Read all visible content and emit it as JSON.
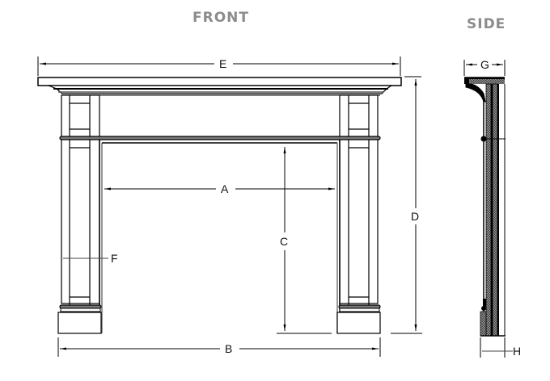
{
  "titles": {
    "front": "FRONT",
    "side": "SIDE"
  },
  "dimensions": {
    "A": "A",
    "B": "B",
    "C": "C",
    "D": "D",
    "E": "E",
    "F": "F",
    "G": "G",
    "H": "H"
  },
  "colors": {
    "title": "#8c8c8c",
    "line": "#000000",
    "hatch": "#6e6e6e",
    "molding": "#7a7a7a",
    "background": "#ffffff"
  }
}
